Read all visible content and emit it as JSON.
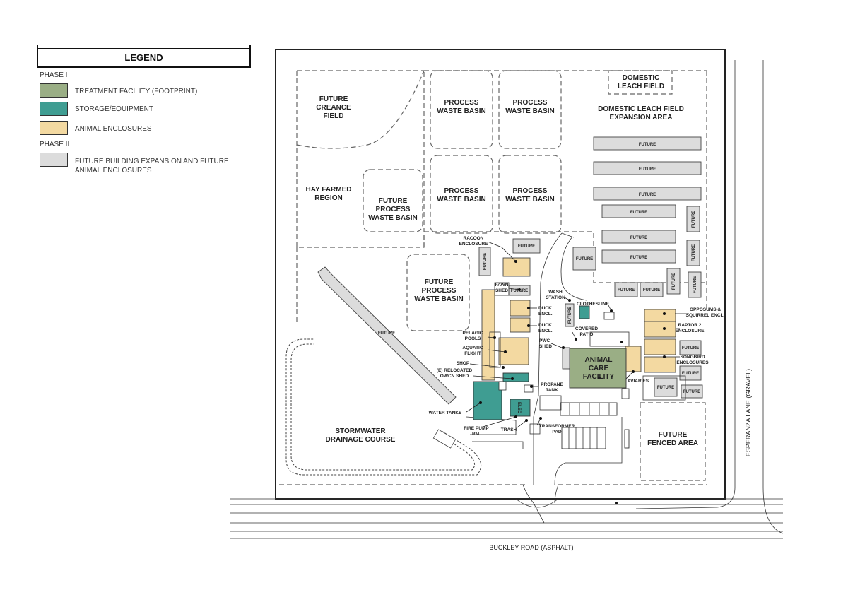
{
  "legend": {
    "title": "LEGEND",
    "phase1": "PHASE I",
    "phase2": "PHASE II",
    "items": [
      {
        "label": "TREATMENT FACILITY (FOOTPRINT)",
        "color": "#9aae85"
      },
      {
        "label": "STORAGE/EQUIPMENT",
        "color": "#3f9d92"
      },
      {
        "label": "ANIMAL ENCLOSURES",
        "color": "#f3d9a1"
      },
      {
        "label": "FUTURE  BUILDING EXPANSION AND  FUTURE\nANIMAL ENCLOSURES",
        "color": "#dcdcdc"
      }
    ]
  },
  "map": {
    "areas": {
      "creance": "FUTURE\nCREANCE\nFIELD",
      "pwb1": "PROCESS\nWASTE BASIN",
      "pwb2": "PROCESS\nWASTE BASIN",
      "pwb3": "PROCESS\nWASTE BASIN",
      "pwb4": "PROCESS\nWASTE BASIN",
      "domestic_leach": "DOMESTIC\nLEACH FIELD",
      "domestic_exp": "DOMESTIC LEACH FIELD\nEXPANSION AREA",
      "hay": "HAY FARMED\nREGION",
      "future_pwb1": "FUTURE\nPROCESS\nWASTE BASIN",
      "future_pwb2": "FUTURE\nPROCESS\nWASTE BASIN",
      "stormwater": "STORMWATER\nDRAINAGE COURSE",
      "fenced": "FUTURE\nFENCED AREA",
      "acf": "ANIMAL\nCARE\nFACILITY"
    },
    "future": "FUTURE",
    "callouts": {
      "racoon": "RACOON\nENCLOSURE",
      "fawn": "FAWN\nSHED",
      "wash": "WASH\nSTATION",
      "clothesline": "CLOTHESLINE",
      "duck1": "DUCK\nENCL.",
      "duck2": "DUCK\nENCL.",
      "covered_patio": "COVERED\nPATIO",
      "pwc": "PWC\nSHED",
      "pelagic": "PELAGIC\nPOOLS",
      "aquatic": "AQUATIC\nFLIGHT",
      "shop": "SHOP",
      "owcn": "(E) RELOCATED\nOWCN SHED",
      "water_tanks": "WATER TANKS",
      "propane": "PROPANE\nTANK",
      "fire_pump": "FIRE PUMP\nRM.",
      "trash": "TRASH",
      "transformer": "TRANSFORMER\nPAD",
      "aviaries": "AVIARIES",
      "opposums": "OPPOSUMS &\nSQUIRREL ENCL.",
      "raptor": "RAPTOR 2\nENCLOSURE",
      "songbird": "SONGBIRD\nENCLOSURES",
      "elec": "ELEC"
    },
    "roads": {
      "buckley": "BUCKLEY ROAD (ASPHALT)",
      "esperanza": "ESPERANZA LANE (GRAVEL)"
    }
  }
}
